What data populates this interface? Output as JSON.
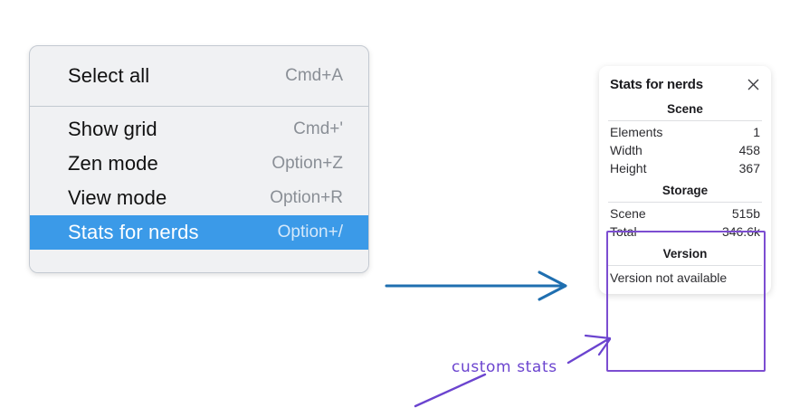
{
  "menu": {
    "groups": [
      {
        "items": [
          {
            "label": "Select all",
            "shortcut": "Cmd+A",
            "selected": false
          }
        ]
      },
      {
        "items": [
          {
            "label": "Show grid",
            "shortcut": "Cmd+'",
            "selected": false
          },
          {
            "label": "Zen mode",
            "shortcut": "Option+Z",
            "selected": false
          },
          {
            "label": "View mode",
            "shortcut": "Option+R",
            "selected": false
          },
          {
            "label": "Stats for nerds",
            "shortcut": "Option+/",
            "selected": true
          }
        ]
      }
    ],
    "selected_highlight_color": "#3b9ae8"
  },
  "stats_panel": {
    "title": "Stats for nerds",
    "close_icon": "close-icon",
    "sections": [
      {
        "name": "scene",
        "heading": "Scene",
        "rows": [
          {
            "label": "Elements",
            "value": "1"
          },
          {
            "label": "Width",
            "value": "458"
          },
          {
            "label": "Height",
            "value": "367"
          }
        ]
      },
      {
        "name": "storage",
        "heading": "Storage",
        "rows": [
          {
            "label": "Scene",
            "value": "515b"
          },
          {
            "label": "Total",
            "value": "346.6k"
          }
        ]
      },
      {
        "name": "version",
        "heading": "Version",
        "note": "Version not available"
      }
    ]
  },
  "annotations": {
    "highlight_box_color": "#7c4dd1",
    "handwritten_label": "custom stats",
    "blue_arrow_color": "#1f6fb0",
    "purple_arrow_color": "#6b44cf"
  }
}
